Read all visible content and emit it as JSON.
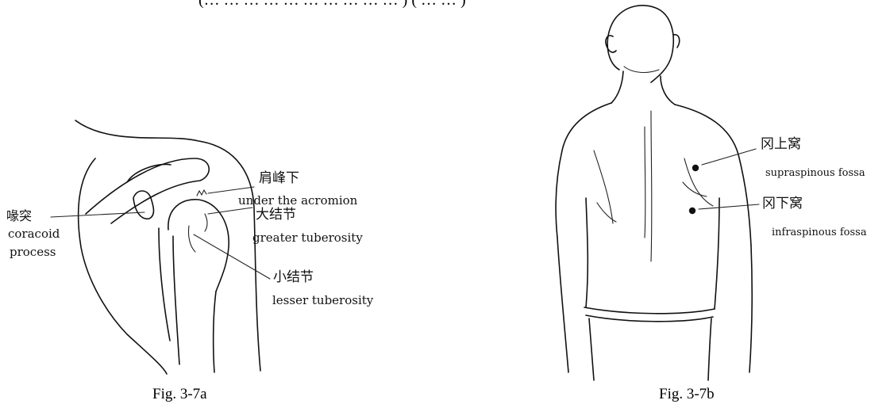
{
  "top_text": "(… … … … … … … … … … ) ( … … )",
  "figures": [
    {
      "caption": "Fig. 3-7a",
      "labels": {
        "acromion_cn": "肩峰下",
        "acromion_en": "under the acromion",
        "greater_cn": "大结节",
        "greater_en": "greater tuberosity",
        "coracoid_cn": "喙突",
        "coracoid_en_1": "coracoid",
        "coracoid_en_2": "process",
        "lesser_cn": "小结节",
        "lesser_en": "lesser tuberosity"
      }
    },
    {
      "caption": "Fig. 3-7b",
      "labels": {
        "supra_cn": "冈上窝",
        "supra_en": "supraspinous fossa",
        "infra_cn": "冈下窝",
        "infra_en": "infraspinous fossa"
      }
    }
  ]
}
